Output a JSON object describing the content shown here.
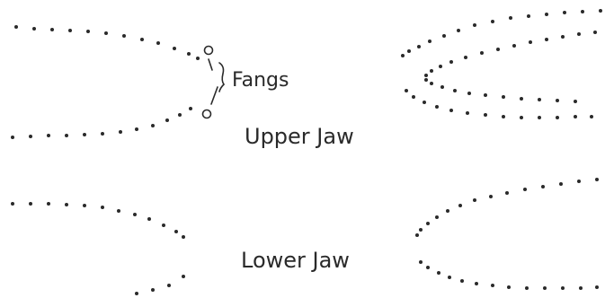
{
  "labels": {
    "fangs": "Fangs",
    "upper_jaw": "Upper Jaw",
    "lower_jaw": "Lower Jaw"
  },
  "colors": {
    "ink": "#2a2a2a",
    "background": "#ffffff"
  }
}
